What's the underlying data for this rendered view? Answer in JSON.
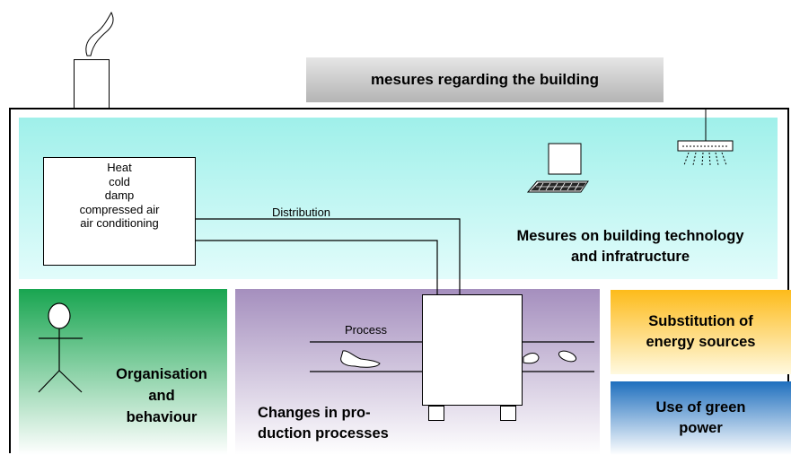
{
  "banner": {
    "title": "mesures regarding the building"
  },
  "building_tech": {
    "sources": [
      "Heat",
      "cold",
      "damp",
      "compressed air",
      "air conditioning"
    ],
    "distribution_label": "Distribution",
    "title_line1": "Mesures on building technology",
    "title_line2": "and infratructure"
  },
  "organisation": {
    "line1": "Organisation",
    "line2": "and",
    "line3": "behaviour"
  },
  "production": {
    "process_label": "Process",
    "line1": "Changes in pro-",
    "line2": "duction processes"
  },
  "substitution": {
    "line1": "Substitution of",
    "line2": "energy sources"
  },
  "green_power": {
    "line1": "Use of green",
    "line2": "power"
  },
  "colors": {
    "cyan": "#9ff0ea",
    "green": "#18a550",
    "purple": "#a58fbe",
    "orange": "#fdbb1a",
    "blue": "#1f6fbe",
    "banner_gray": "#c8c8c8"
  },
  "icons": [
    "smoke-icon",
    "computer-icon",
    "keyboard-icon",
    "ceiling-lamp-icon",
    "stick-figure-icon",
    "workpiece-icon"
  ]
}
